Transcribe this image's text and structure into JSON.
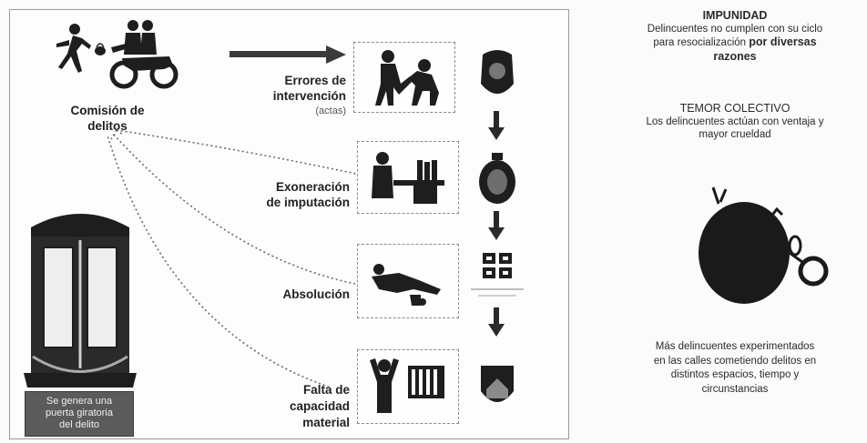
{
  "left": {
    "origin_label": [
      "Comisión de",
      "delitos"
    ],
    "caption": [
      "Se genera una",
      "puerta giratoria",
      "del delito"
    ],
    "stages": [
      {
        "label": [
          "Errores de",
          "intervención"
        ],
        "note": "(actas)"
      },
      {
        "label": [
          "Exoneración",
          "de imputación"
        ]
      },
      {
        "label": [
          "Absolución"
        ]
      },
      {
        "label": [
          "Falta de",
          "capacidad",
          "material"
        ]
      }
    ]
  },
  "right": {
    "impunidad": {
      "title": "IMPUNIDAD",
      "line1": "Delincuentes no cumplen con su ciclo",
      "line2a": "para resocialización ",
      "line2b": "por diversas",
      "line3": "razones"
    },
    "temor": {
      "title": "TEMOR COLECTIVO",
      "line1": "Los delincuentes actúan con ventaja y",
      "line2": "mayor crueldad"
    },
    "conclusion": {
      "line1": "Más delincuentes experimentados",
      "line2": "en las calles cometiendo delitos en",
      "line3": "distintos espacios, tiempo y",
      "line4": "circunstancias"
    }
  },
  "colors": {
    "ink": "#1e1e1e",
    "caption_bg": "#5b5b5b",
    "frame": "#8a8a8a"
  }
}
